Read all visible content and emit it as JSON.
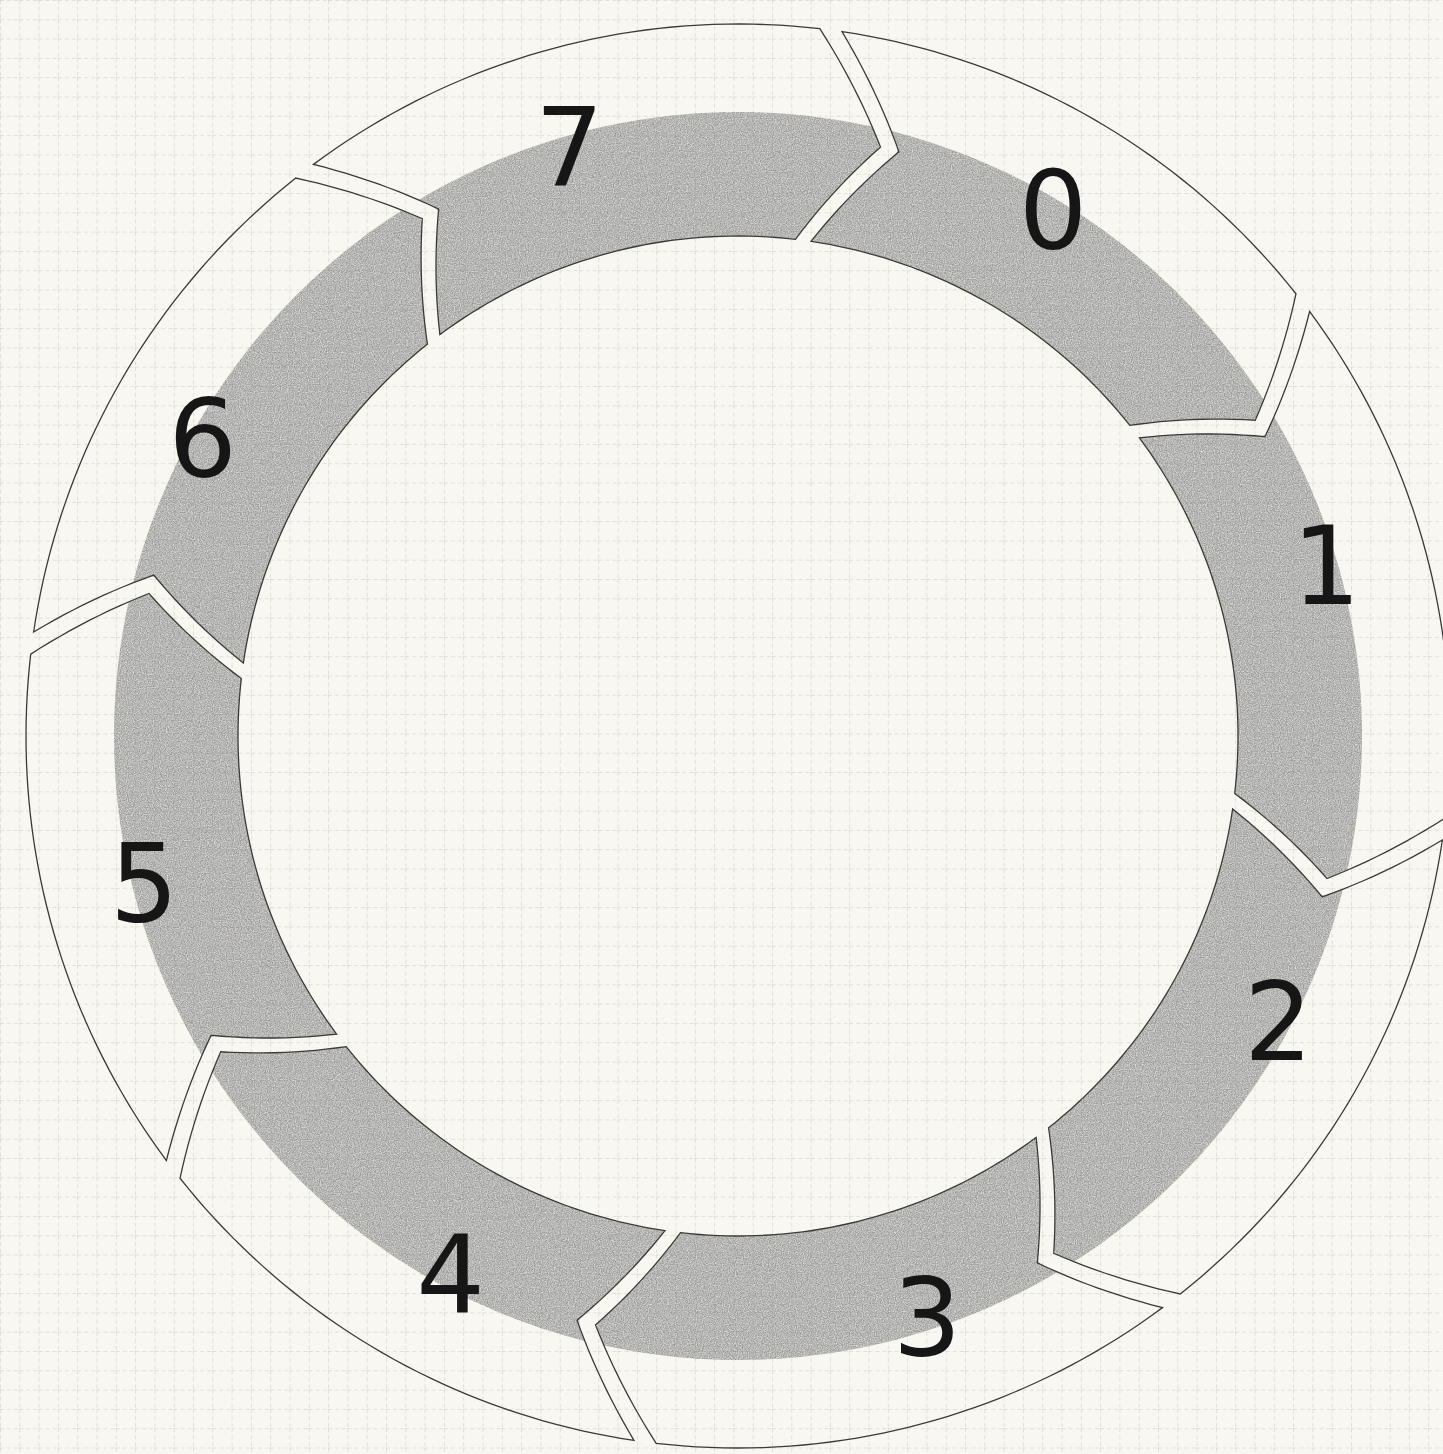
{
  "diagram": {
    "nodes": [
      {
        "text": [
          "0"
        ]
      },
      {
        "text": [
          "1"
        ]
      },
      {
        "text": [
          "2"
        ]
      },
      {
        "text": [
          "3"
        ]
      },
      {
        "text": [
          "4"
        ]
      },
      {
        "text": [
          "5"
        ]
      },
      {
        "text": [
          "6"
        ]
      },
      {
        "text": [
          "7"
        ]
      }
    ]
  }
}
